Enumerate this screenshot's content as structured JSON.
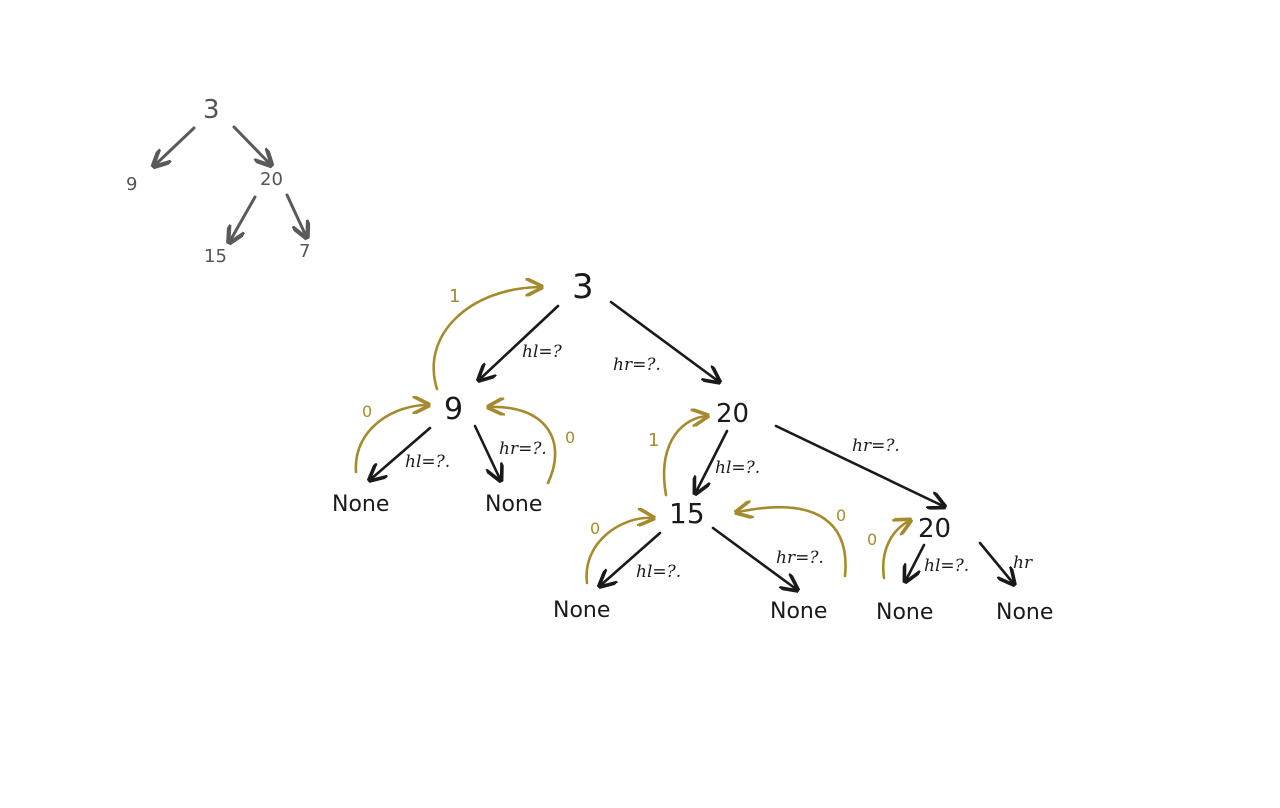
{
  "small_tree": {
    "nodes": {
      "root": "3",
      "left": "9",
      "right": "20",
      "right_left": "15",
      "right_right": "7"
    }
  },
  "main_tree": {
    "nodes": {
      "root": "3",
      "n9": "9",
      "n20": "20",
      "n15": "15",
      "n20b": "20",
      "none_9_left": "None",
      "none_9_right": "None",
      "none_15_left": "None",
      "none_15_right": "None",
      "none_20b_left": "None",
      "none_20b_right": "None"
    },
    "edge_labels": {
      "root_left": "hl=?",
      "root_right": "hr=?.",
      "n9_left": "hl=?.",
      "n9_right": "hr=?.",
      "n20_left": "hl=?.",
      "n20_right": "hr=?.",
      "n15_left": "hl=?.",
      "n15_right": "hr=?.",
      "n20b_left": "hl=?.",
      "n20b_right": "hr"
    },
    "return_labels": {
      "n9_to_root": "1",
      "none_to_9_left": "0",
      "none_to_9_right": "0",
      "n15_to_20": "1",
      "none_to_15_left": "0",
      "none_to_15_right": "0",
      "none_to_20b_left": "0"
    }
  },
  "colors": {
    "ink": "#1a1a1a",
    "pencil": "#5a5a5a",
    "gold": "#a68a2e"
  }
}
